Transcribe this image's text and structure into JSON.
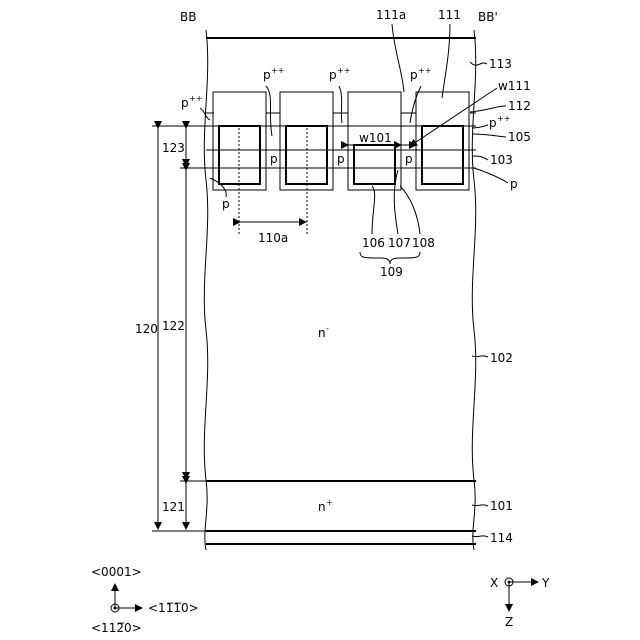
{
  "section_labels": {
    "left": "BB",
    "right": "BB'"
  },
  "doping": {
    "p_pp": "p",
    "pp_sup": "++",
    "n_minus": "n",
    "minus_sup": "-",
    "n_plus": "n",
    "plus_sup": "+",
    "p": "p"
  },
  "refs": {
    "r101": "101",
    "r102": "102",
    "r103": "103",
    "r105": "105",
    "r106": "106",
    "r107": "107",
    "r108": "108",
    "r109": "109",
    "r110a": "110a",
    "r111": "111",
    "r111a": "111a",
    "r112": "112",
    "r113": "113",
    "r114": "114",
    "r120": "120",
    "r121": "121",
    "r122": "122",
    "r123": "123",
    "w101": "w101",
    "w111": "w111"
  },
  "axes_left": {
    "up": "<0001>",
    "right": "<11̅1̅0>",
    "out": "<112̅0>"
  },
  "axes_right": {
    "x": "X",
    "y": "Y",
    "z": "Z"
  }
}
